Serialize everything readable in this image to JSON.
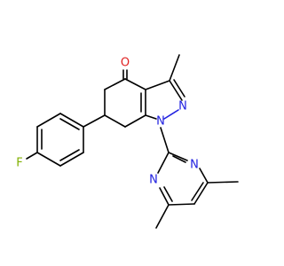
{
  "molecule": {
    "atoms": {
      "oxygen": "O",
      "fluorine": "F",
      "n_pyrazole_1": "N",
      "n_pyrazole_2": "N",
      "n_pyrimidine_1": "N",
      "n_pyrimidine_2": "N"
    },
    "colors": {
      "bond": "#000000",
      "nitrogen": "#2020e0",
      "oxygen": "#e02020",
      "fluorine": "#80b000",
      "background": "#ffffff"
    }
  }
}
